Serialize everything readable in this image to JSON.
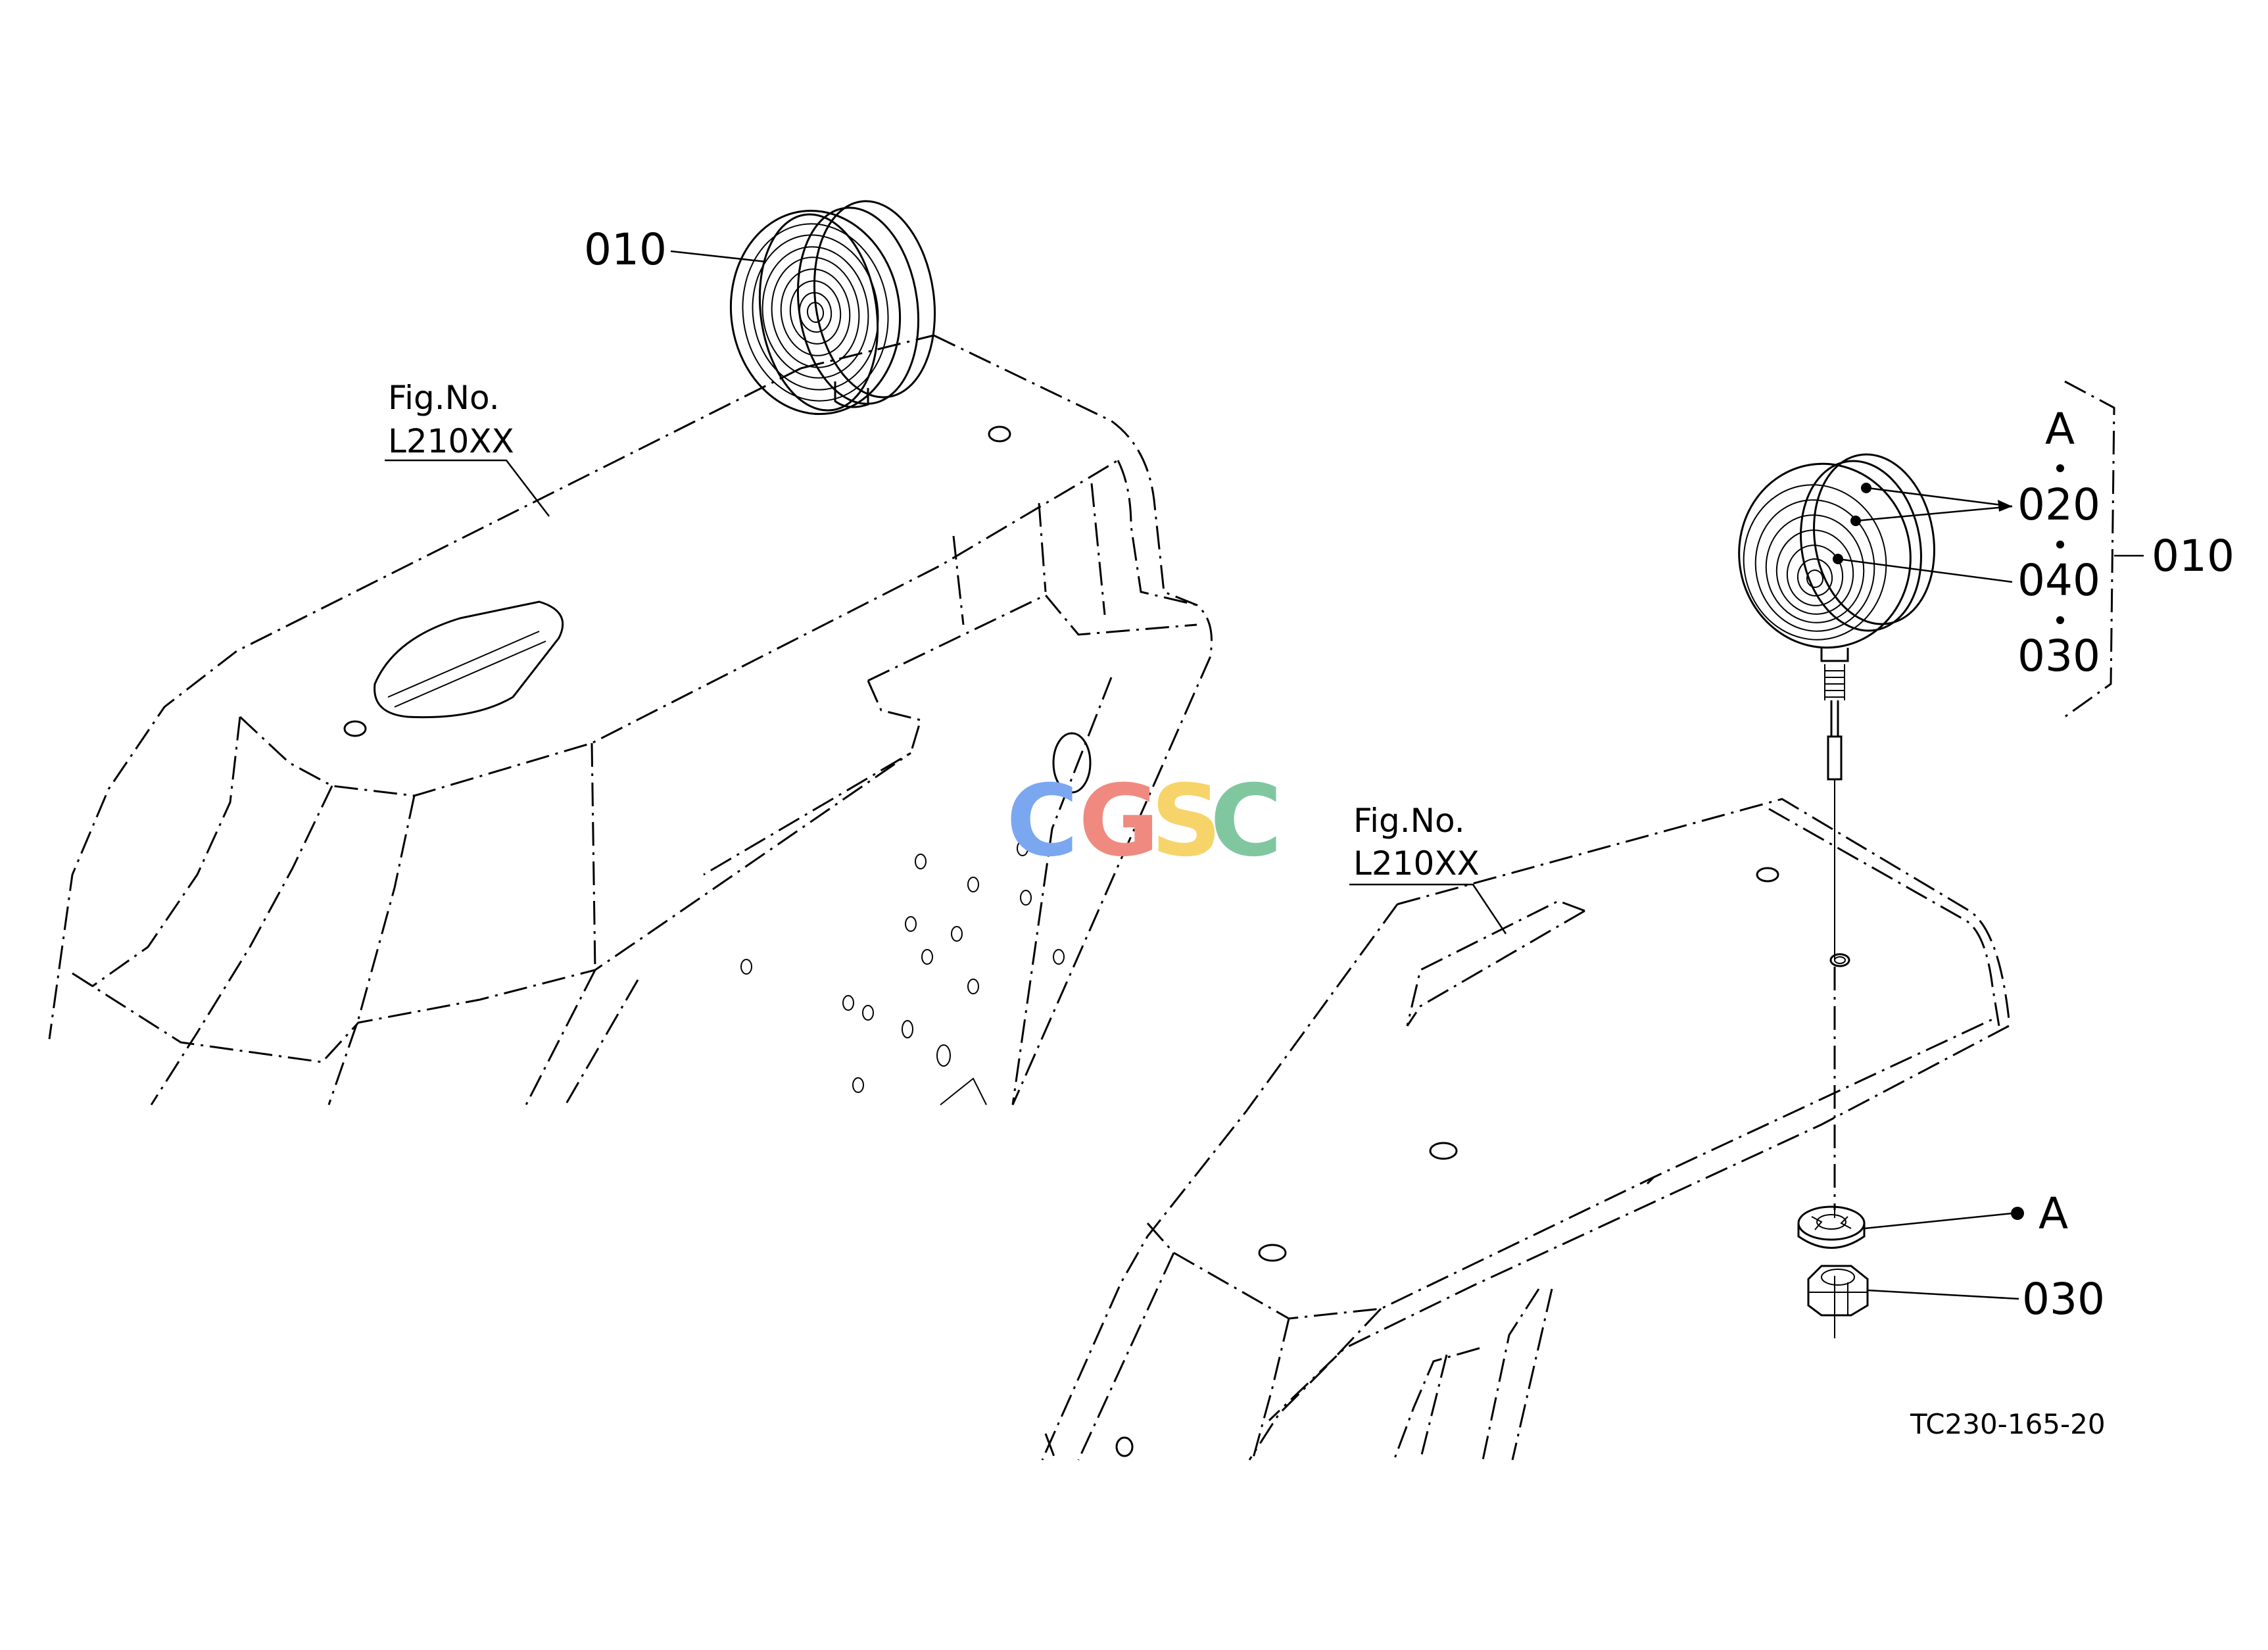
{
  "left_view": {
    "callout_lamp": "010",
    "fig_label_line1": "Fig.No.",
    "fig_label_line2": "L210XX"
  },
  "right_view": {
    "fig_label_line1": "Fig.No.",
    "fig_label_line2": "L210XX",
    "bracket": {
      "item_a": "A",
      "item_020": "020",
      "item_040": "040",
      "item_030": "030",
      "assembly": "010"
    },
    "callout_washer": "A",
    "callout_nut": "030"
  },
  "reference_code": "TC230-165-20",
  "watermark": {
    "letters": [
      "C",
      "G",
      "S",
      "C"
    ],
    "colors": [
      "#7aa7f0",
      "#f08a80",
      "#f7d46a",
      "#80c7a0"
    ]
  }
}
